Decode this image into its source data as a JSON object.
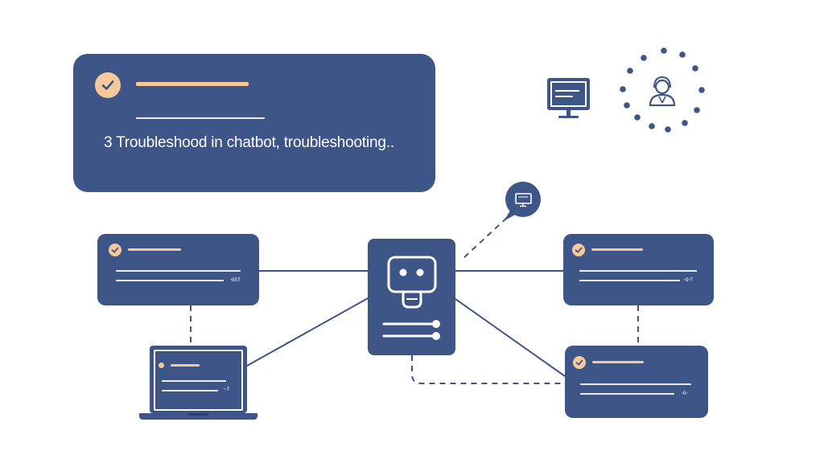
{
  "hero_card": {
    "text": "3 Troubleshood in chatbot, troubleshooting.."
  },
  "cards": {
    "left_top": {
      "tag": "ꞏOST"
    },
    "right_top": {
      "tag": "ꞏOꞏT"
    },
    "right_bottom": {
      "tag": "ꞏOꞏ"
    },
    "laptop": {
      "tag": "ꞏꞏT"
    }
  },
  "icons": {
    "top_right_monitor": "monitor-icon",
    "support_agent": "headset-agent-icon",
    "chatbot": "robot-icon",
    "speech_bubble": "chat-monitor-icon",
    "laptop": "laptop-icon"
  },
  "colors": {
    "navy": "#3d5587",
    "accent_orange": "#f7c99a",
    "white": "#ffffff"
  }
}
